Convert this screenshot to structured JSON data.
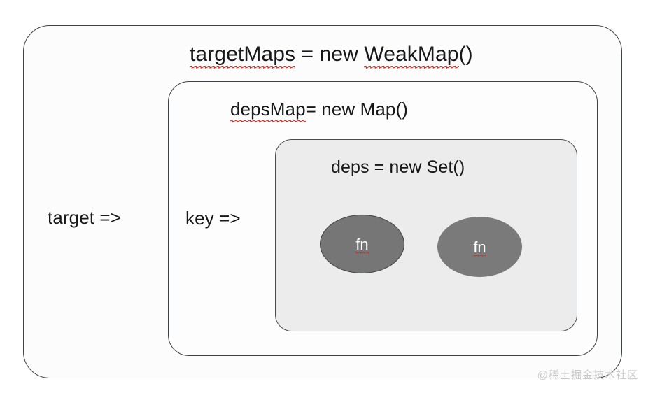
{
  "diagram": {
    "title": "Vue reactivity dependency map structure",
    "background_color": "#ffffff",
    "boxes": [
      {
        "name": "targetMaps",
        "label": "targetMaps = new WeakMap()",
        "label_parts": {
          "misspelled_1": "targetMaps",
          "plain_1": " = new ",
          "misspelled_2": "WeakMap",
          "plain_2": "()"
        },
        "side_label": "target =>",
        "fill_color": "#fcfcfc",
        "border_color": "#3d4143"
      },
      {
        "name": "depsMap",
        "label": "depsMap= new Map()",
        "label_parts": {
          "misspelled_1": "depsMap",
          "plain_1": "= new Map()"
        },
        "side_label": "key =>",
        "fill_color": "#fdfdfd",
        "border_color": "#3d4143"
      },
      {
        "name": "deps",
        "label": "deps = new Set()",
        "fill_color": "#ececec",
        "border_color": "#4a4e50"
      }
    ],
    "nodes": [
      {
        "name": "fn-1",
        "label": "fn",
        "fill_color": "#767676",
        "text_color": "#ffffff",
        "has_border": true
      },
      {
        "name": "fn-2",
        "label": "fn",
        "fill_color": "#7a7a7a",
        "text_color": "#ffffff",
        "has_border": false
      }
    ],
    "spellcheck_underline_color": "#e02a20",
    "watermark": "@稀土掘金技术社区"
  }
}
